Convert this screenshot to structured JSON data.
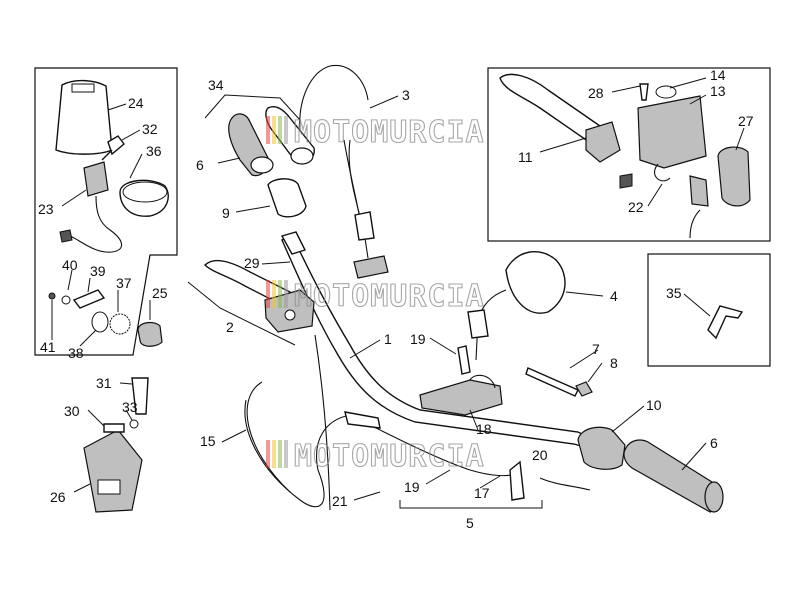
{
  "watermark": {
    "text": "MOTOMURCIA",
    "colors": [
      "#e0463a",
      "#f2c230",
      "#7fbf4d",
      "#9a9a9a"
    ]
  },
  "callouts": [
    {
      "id": "34",
      "text": "34"
    },
    {
      "id": "3",
      "text": "3"
    },
    {
      "id": "6a",
      "text": "6"
    },
    {
      "id": "9",
      "text": "9"
    },
    {
      "id": "29",
      "text": "29"
    },
    {
      "id": "2",
      "text": "2"
    },
    {
      "id": "1",
      "text": "1"
    },
    {
      "id": "19a",
      "text": "19"
    },
    {
      "id": "15",
      "text": "15"
    },
    {
      "id": "21",
      "text": "21"
    },
    {
      "id": "19b",
      "text": "19"
    },
    {
      "id": "17",
      "text": "17"
    },
    {
      "id": "18",
      "text": "18"
    },
    {
      "id": "20",
      "text": "20"
    },
    {
      "id": "5",
      "text": "5"
    },
    {
      "id": "7",
      "text": "7"
    },
    {
      "id": "8",
      "text": "8"
    },
    {
      "id": "10",
      "text": "10"
    },
    {
      "id": "6b",
      "text": "6"
    },
    {
      "id": "4",
      "text": "4"
    },
    {
      "id": "24",
      "text": "24"
    },
    {
      "id": "32",
      "text": "32"
    },
    {
      "id": "36",
      "text": "36"
    },
    {
      "id": "23",
      "text": "23"
    },
    {
      "id": "40",
      "text": "40"
    },
    {
      "id": "39",
      "text": "39"
    },
    {
      "id": "37",
      "text": "37"
    },
    {
      "id": "25",
      "text": "25"
    },
    {
      "id": "41",
      "text": "41"
    },
    {
      "id": "38",
      "text": "38"
    },
    {
      "id": "31",
      "text": "31"
    },
    {
      "id": "30",
      "text": "30"
    },
    {
      "id": "33",
      "text": "33"
    },
    {
      "id": "26",
      "text": "26"
    },
    {
      "id": "28",
      "text": "28"
    },
    {
      "id": "14",
      "text": "14"
    },
    {
      "id": "13",
      "text": "13"
    },
    {
      "id": "11",
      "text": "11"
    },
    {
      "id": "27",
      "text": "27"
    },
    {
      "id": "22",
      "text": "22"
    },
    {
      "id": "35",
      "text": "35"
    }
  ]
}
